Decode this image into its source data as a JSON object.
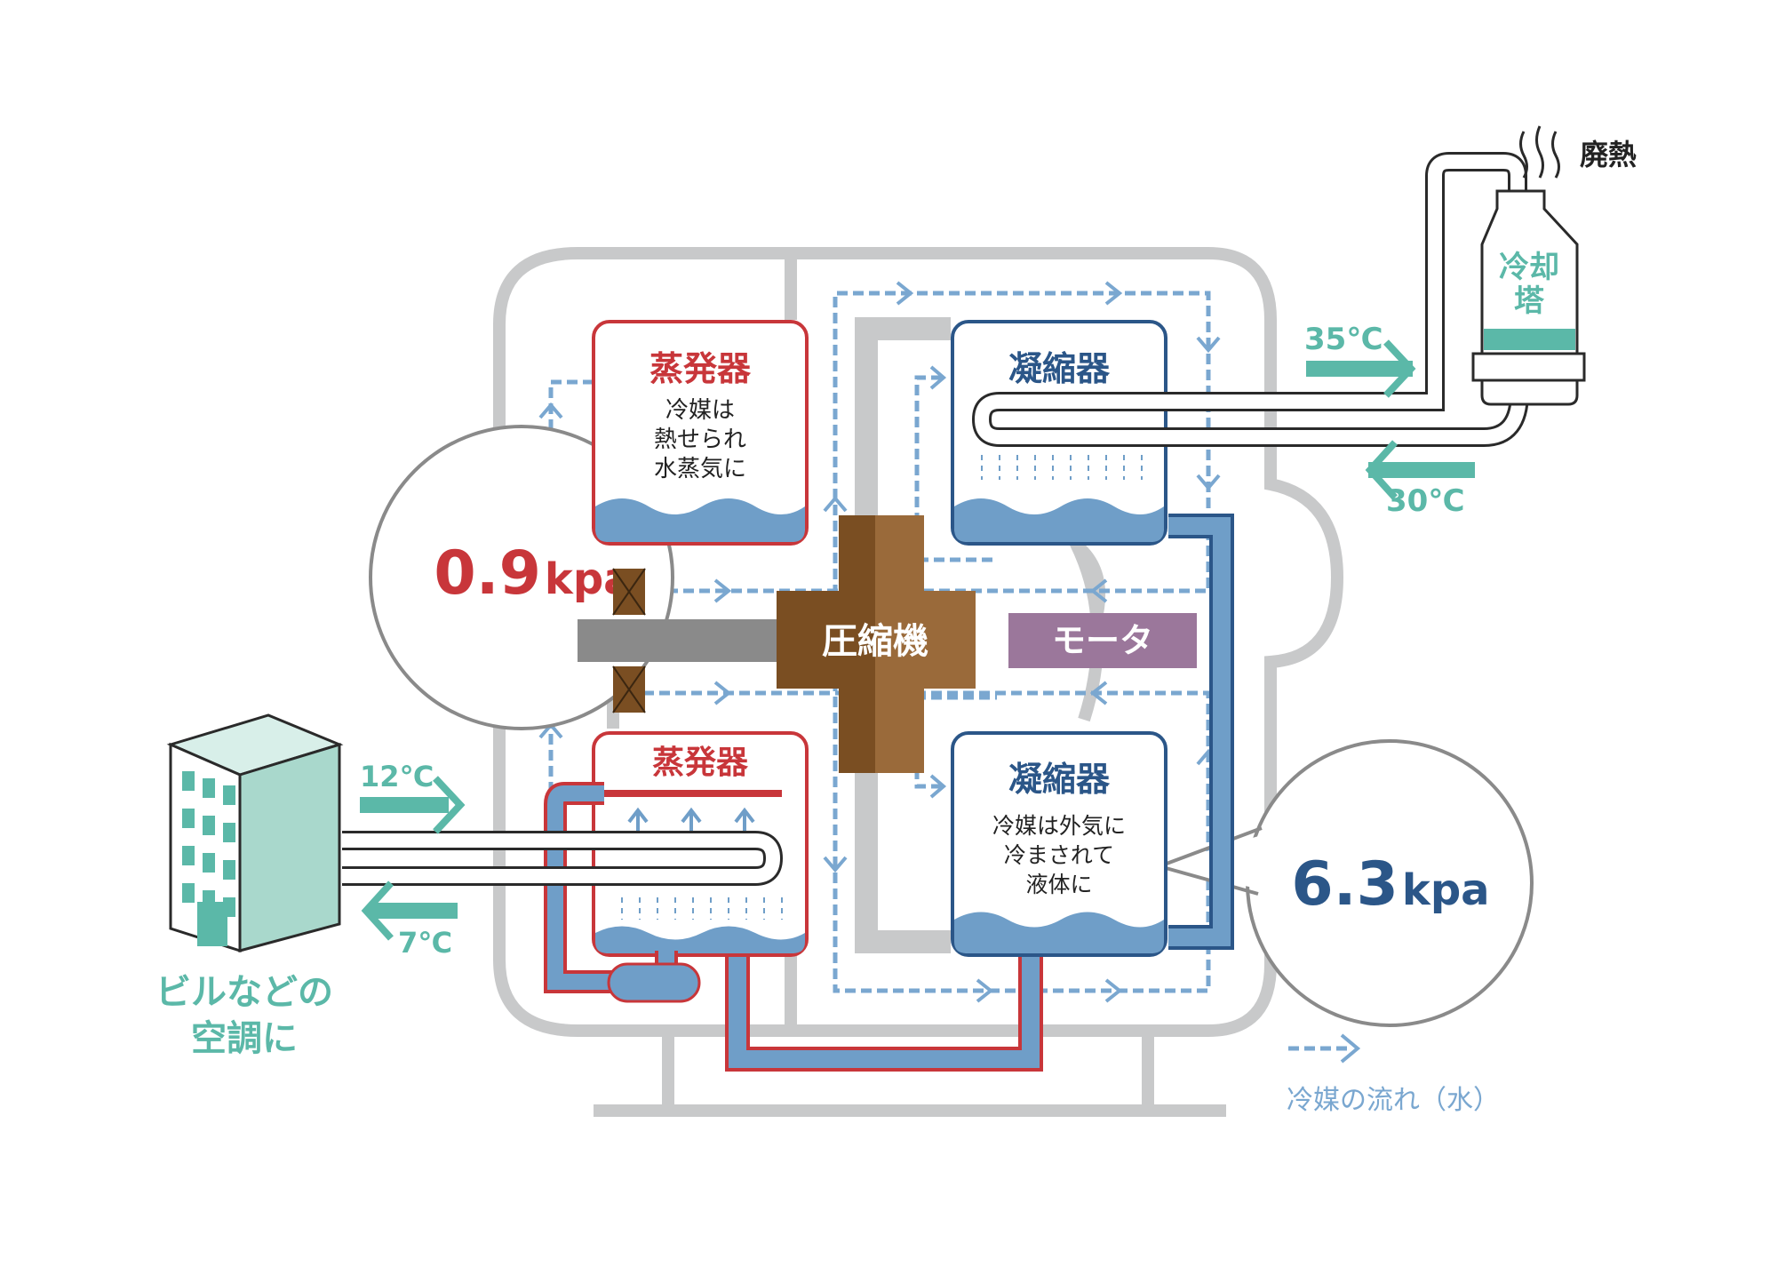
{
  "colors": {
    "evaporator_red": "#c8363a",
    "condenser_navy": "#2b5688",
    "water_blue": "#6f9ec8",
    "flow_dashed": "#7aa7d0",
    "teal": "#5bb8a8",
    "compressor_brown": "#7a4e22",
    "motor_purple": "#9b779b",
    "casing_gray": "#c8c9ca",
    "shaft_gray": "#8a8a8a"
  },
  "exhaust_label": "廃熱",
  "cooling_tower": {
    "label_line1": "冷却",
    "label_line2": "塔"
  },
  "temps": {
    "tower_out": "35℃",
    "tower_in": "30℃",
    "building_out": "12℃",
    "building_in": "7℃"
  },
  "building_label": {
    "line1": "ビルなどの",
    "line2": "空調に"
  },
  "evaporator_top": {
    "title": "蒸発器",
    "desc_line1": "冷媒は",
    "desc_line2": "熱せられ",
    "desc_line3": "水蒸気に"
  },
  "evaporator_bottom": {
    "title": "蒸発器"
  },
  "condenser_top": {
    "title": "凝縮器"
  },
  "condenser_bottom": {
    "title": "凝縮器",
    "desc_line1": "冷媒は外気に",
    "desc_line2": "冷まされて",
    "desc_line3": "液体に"
  },
  "compressor": {
    "label": "圧縮機"
  },
  "motor": {
    "label": "モータ"
  },
  "pressure_low": {
    "value": "0.9",
    "unit": "kpa"
  },
  "pressure_high": {
    "value": "6.3",
    "unit": "kpa"
  },
  "legend": {
    "label": "冷媒の流れ（水）"
  }
}
